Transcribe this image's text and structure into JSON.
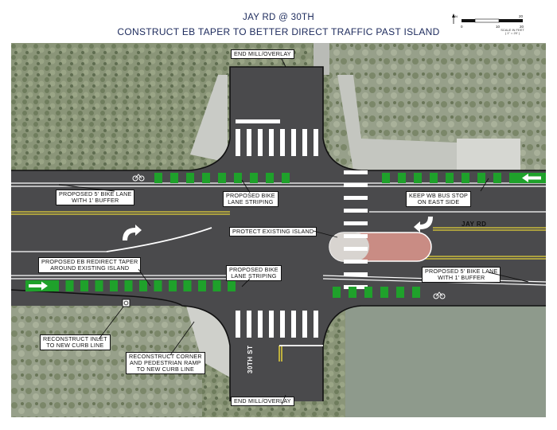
{
  "title": {
    "line1": "JAY RD @ 30TH",
    "line2": "CONSTRUCT EB TAPER TO BETTER DIRECT TRAFFIC PAST ISLAND"
  },
  "scale_bar": {
    "ticks": [
      "0",
      "10",
      "20"
    ],
    "note_line1": "SCALE IN FEET",
    "note_line2": "( 1\" = 20' )",
    "north": "N"
  },
  "street_names": {
    "east_west": "JAY RD",
    "north_south": "30TH ST"
  },
  "callouts": {
    "end_mill_top": "END MILL/OVERLAY",
    "end_mill_bottom": "END MILL/OVERLAY",
    "bike_lane_west": [
      "PROPOSED 5' BIKE LANE",
      "WITH 1' BUFFER"
    ],
    "bike_lane_striping_north": [
      "PROPOSED BIKE",
      "LANE STRIPING"
    ],
    "keep_bus_stop": [
      "KEEP WB BUS STOP",
      "ON EAST SIDE"
    ],
    "protect_island": "PROTECT EXISTING ISLAND",
    "eb_redirect_taper": [
      "PROPOSED EB REDIRECT TAPER",
      "AROUND EXISTING ISLAND"
    ],
    "bike_lane_striping_south": [
      "PROPOSED BIKE",
      "LANE STRIPING"
    ],
    "bike_lane_east": [
      "PROPOSED 5' BIKE LANE",
      "WITH 1' BUFFER"
    ],
    "reconstruct_inlet": [
      "RECONSTRUCT INLET",
      "TO NEW CURB LINE"
    ],
    "reconstruct_corner": [
      "RECONSTRUCT CORNER",
      "AND PEDESTRIAN RAMP",
      "TO NEW CURB LINE"
    ]
  },
  "colors": {
    "asphalt": "#4a4a4c",
    "bike_lane_green": "#1fa12b",
    "centerline_yellow": "#e4d23a",
    "island_red": "#c98c84",
    "title_blue": "#1c2a5c",
    "vegetation": "#7f8c6d"
  }
}
